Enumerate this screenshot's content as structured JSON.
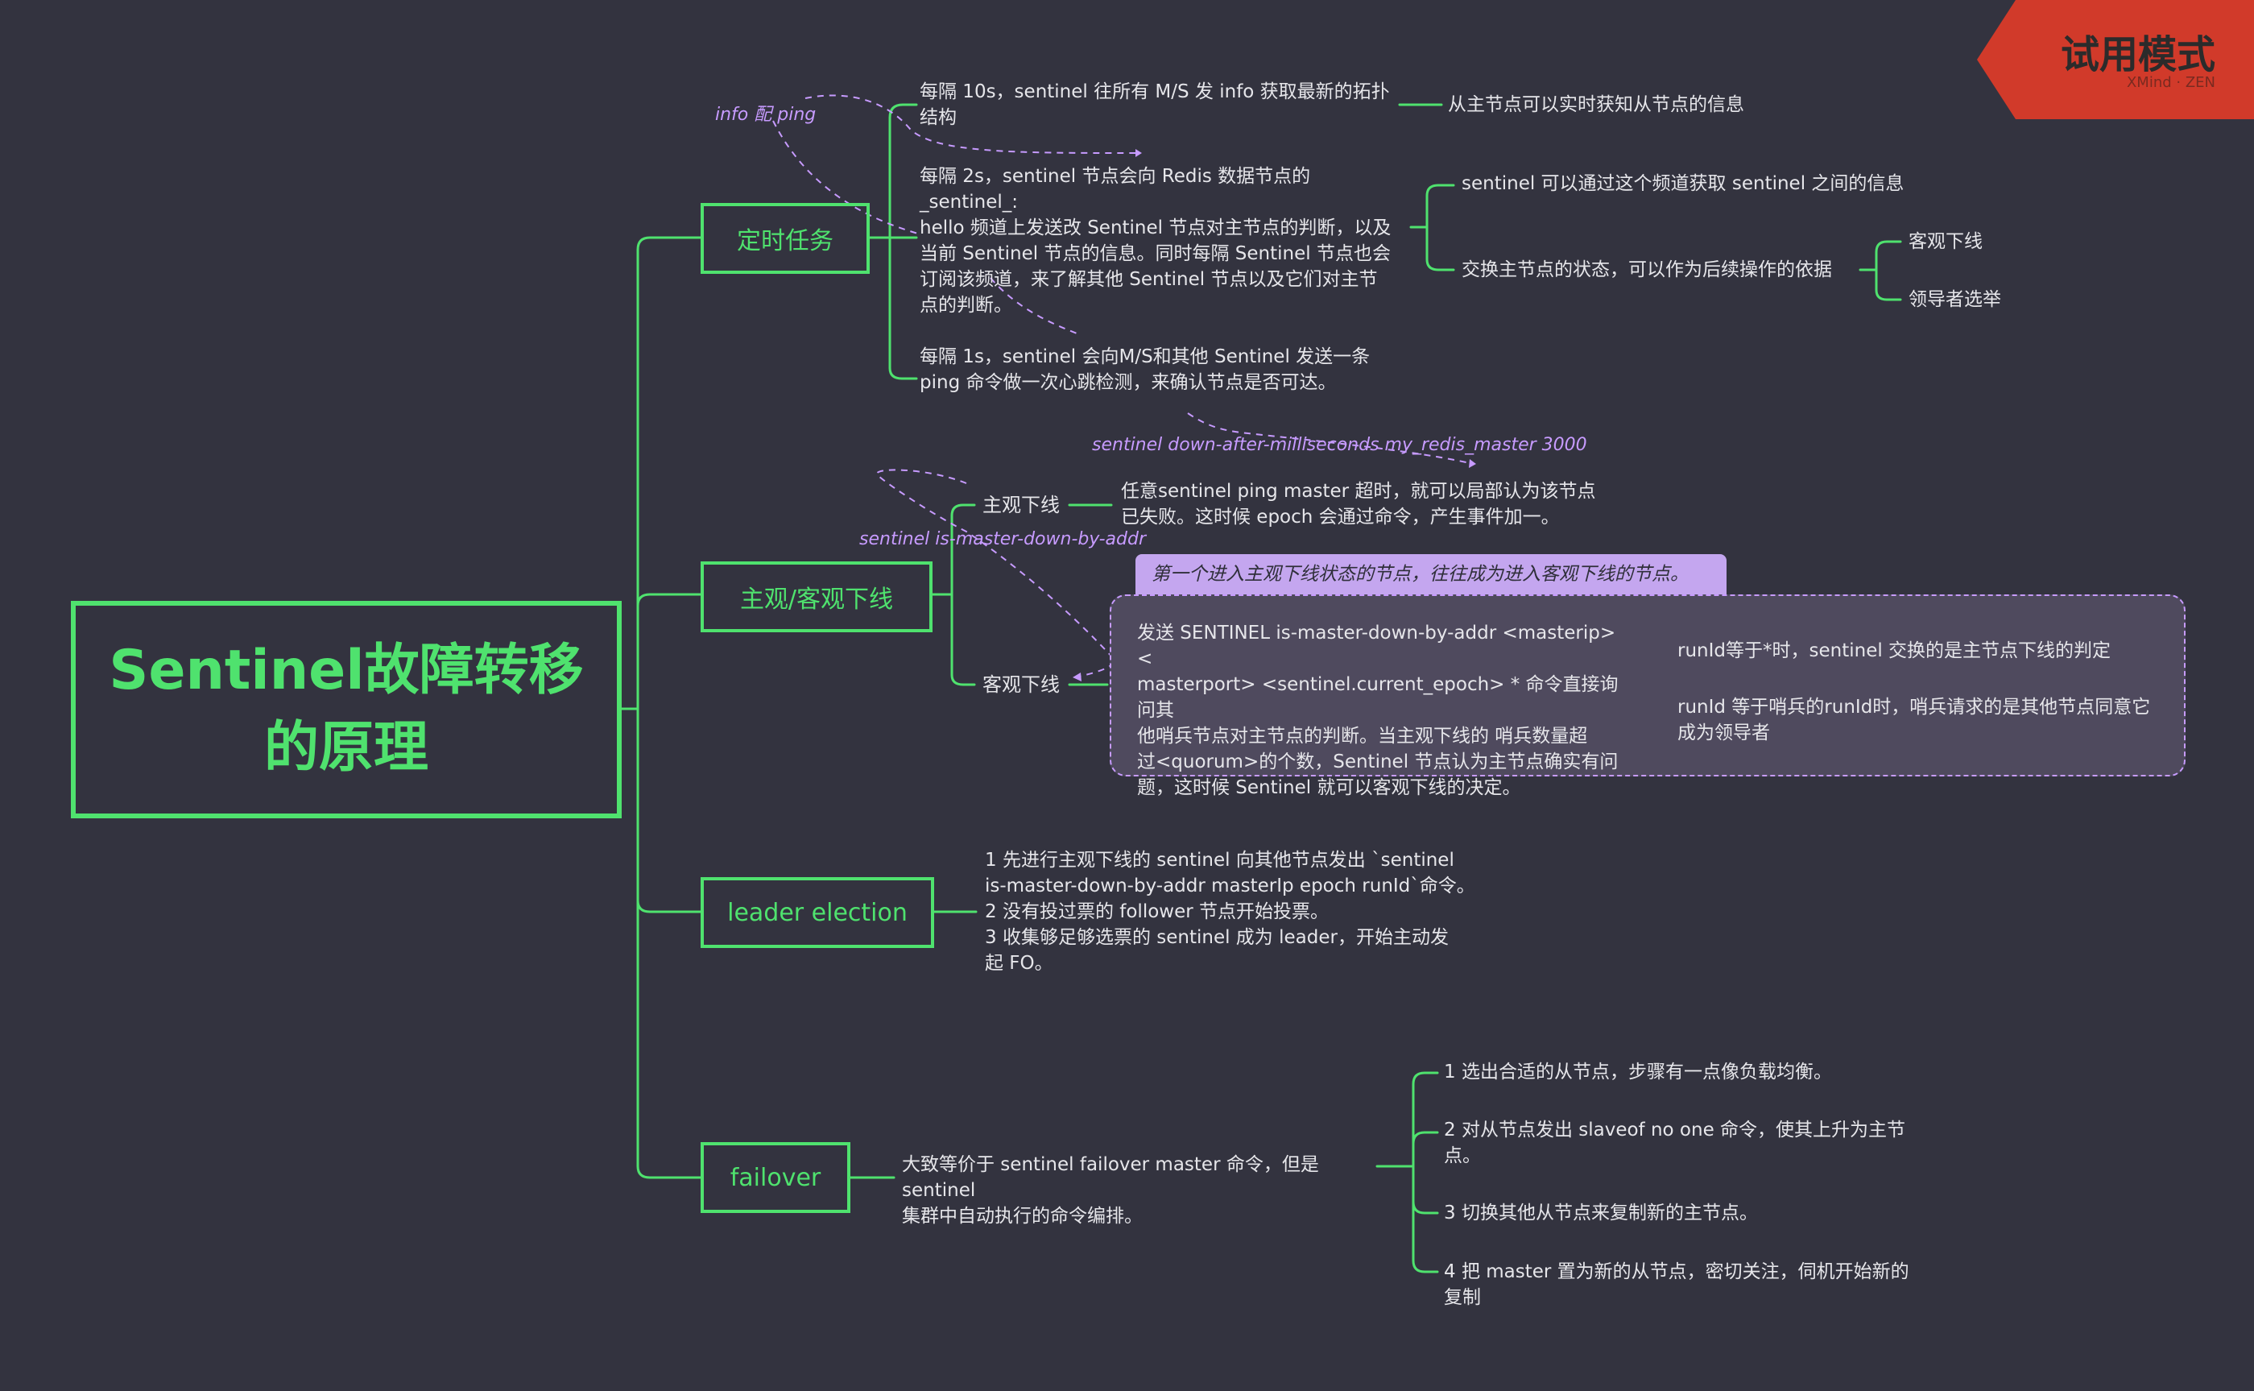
{
  "root": {
    "title": "Sentinel故障转移\n的原理"
  },
  "branches": {
    "timed": {
      "label": "定时任务",
      "items": [
        "每隔 10s，sentinel 往所有 M/S 发 info 获取最新的拓扑\n结构",
        "每隔 2s，sentinel 节点会向 Redis 数据节点的 _sentinel_:\nhello 频道上发送改 Sentinel 节点对主节点的判断，以及\n当前 Sentinel 节点的信息。同时每隔 Sentinel 节点也会\n订阅该频道，来了解其他 Sentinel 节点以及它们对主节\n点的判断。",
        "每隔 1s，sentinel 会向M/S和其他 Sentinel 发送一条\nping 命令做一次心跳检测，来确认节点是否可达。"
      ],
      "item1_child": "从主节点可以实时获知从节点的信息",
      "item2_children": [
        "sentinel 可以通过这个频道获取 sentinel 之间的信息",
        "交换主节点的状态，可以作为后续操作的依据"
      ],
      "item2_grandchildren": [
        "客观下线",
        "领导者选举"
      ]
    },
    "down": {
      "label": "主观/客观下线",
      "subjective": "主观下线",
      "subjective_desc": "任意sentinel ping master 超时，就可以局部认为该节点\n已失败。这时候 epoch 会通过命令，产生事件加一。",
      "objective": "客观下线",
      "objective_desc": "发送 SENTINEL is-master-down-by-addr <masterip> <\nmasterport> <sentinel.current_epoch> * 命令直接询问其\n他哨兵节点对主节点的判断。当主观下线的 哨兵数量超\n过<quorum>的个数，Sentinel 节点认为主节点确实有问\n题，这时候 Sentinel 就可以客观下线的决定。",
      "objective_children": [
        "runId等于*时，sentinel 交换的是主节点下线的判定",
        "runId 等于哨兵的runId时，哨兵请求的是其他节点同意它\n成为领导者"
      ],
      "boundary_title": "第一个进入主观下线状态的节点，往往成为进入客观下线的节点。"
    },
    "leader": {
      "label": "leader election",
      "desc": "1 先进行主观下线的 sentinel 向其他节点发出 `sentinel\nis-master-down-by-addr masterIp epoch runId`命令。\n2 没有投过票的 follower 节点开始投票。\n3 收集够足够选票的 sentinel 成为 leader，开始主动发\n起 FO。"
    },
    "failover": {
      "label": "failover",
      "desc": "大致等价于 sentinel failover master 命令，但是 sentinel\n集群中自动执行的命令编排。",
      "steps": [
        "1 选出合适的从节点，步骤有一点像负载均衡。",
        "2 对从节点发出 slaveof no one 命令，使其上升为主节\n点。",
        "3 切换其他从节点来复制新的主节点。",
        "4 把 master 置为新的从节点，密切关注，伺机开始新的\n复制"
      ]
    }
  },
  "relationships": {
    "info_ping": "info 配 ping",
    "down_after": "sentinel down-after-milliseconds my_redis_master 3000",
    "is_master_down": "sentinel is-master-down-by-addr"
  },
  "watermark": {
    "title": "试用模式",
    "brand": "XMind · ZEN"
  },
  "colors": {
    "background": "#33333f",
    "branch": "#4fe26e",
    "relationship": "#c79bff",
    "watermark": "#d13a2a"
  }
}
